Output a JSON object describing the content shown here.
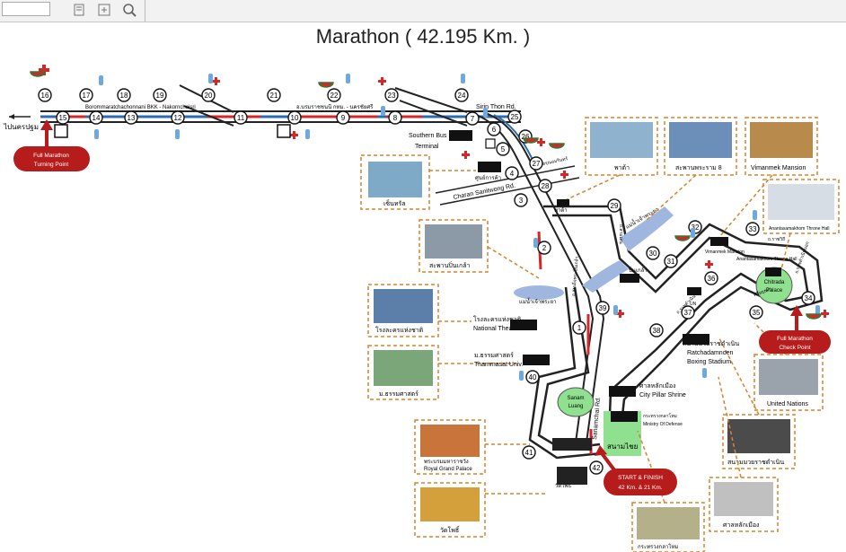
{
  "title": "Marathon ( 42.195 Km. )",
  "toolbar": {
    "icons": [
      "page-icon",
      "fit-icon",
      "zoom-icon"
    ]
  },
  "colors": {
    "route": "#333333",
    "road_blue": "#2b6cb0",
    "finish": "#d62728",
    "accent_orange": "#d9822b",
    "park_green": "#8fe08f"
  },
  "labels": {
    "to_pathum": "ไปนครปฐม",
    "highway": "Borommaratchachonnani BKK - Nakornchaisri",
    "highway_th": "อ.บรมราชชนนี กทม. - นครชัยศรี",
    "sirin": "Sirin Thon Rd.",
    "southern_bus": "Southern Bus",
    "terminal": "Terminal",
    "charan": "Charan Sanitwong Rd.",
    "sanam_road": "Sanamchai Rd.",
    "full_turn_1": "Full Marathon",
    "full_turn_2": "Turning Point",
    "full_check_1": "Full Marathon",
    "full_check_2": "Check Point",
    "start_1": "START & FINISH",
    "start_2": "42 Km. & 21 Km.",
    "sanam_luang_1": "Sanam",
    "sanam_luang_2": "Luang",
    "chitrada_1": "Chitrada",
    "chitrada_2": "Palace",
    "sanam_chai": "สนามไชย",
    "central_thai": "ศูนย์การค้า",
    "pata": "พาต้า",
    "bridge8": "สะพานพระราม 8",
    "vimanmek": "Vimanmek Mansion",
    "vimanmek_small": "Vimanmek Mansion",
    "ananta_small": "Anantasamakhom Throne Hall",
    "ananta": "Anantasamakhom Throne Hall",
    "un_small": "UN",
    "united_nations": "United Nations",
    "boxing_th": "สนามมวยราชดำเนิน",
    "boxing_1": "Ratchadamnoen",
    "boxing_2": "Boxing Stadium",
    "boxing_caption": "สนามมวยราชดำเนิน",
    "city_pillar_th": "ศาลหลักเมือง",
    "city_pillar": "City Pillar Shrine",
    "city_pillar_caption": "ศาลหลักเมือง",
    "defense_th": "กระทรวงกลาโหม",
    "defense": "Ministry Of Defense",
    "defense_caption": "กระทรวงกลาโหม",
    "theater_th": "โรงละครแห่งชาติ",
    "theater": "National Theater",
    "theater_caption": "โรงละครแห่งชาติ",
    "thammasat_th": "ม.ธรรมศาสตร์",
    "thammasat": "Thammasat Univ.",
    "thammasat_caption": "ม.ธรรมศาสตร์",
    "grand_palace_th": "พระบรมมหาราชวัง",
    "grand_palace": "Royal Grand Palace",
    "wat_pho": "วัดโพธิ์",
    "wat_pho_caption": "วัดโพธิ์",
    "pinklao": "สะพานปิ่นเกล้า",
    "central": "เซ็นทรัล",
    "river1": "แม่น้ำเจ้าพระยา",
    "river2": "แม่น้ำเจ้าพระยา",
    "phra_pin": "ปิ่นเกล้า",
    "ratchawithi": "ถ.ราชวิถี",
    "sri_ayutthaya": "ศรีอยุธยา",
    "samsen": "ถ.สามเสน",
    "ratchadamnoen_rd": "ถ.ราชดำเนิน",
    "arun": "ถ.อรุณอมรินทร์",
    "somdet": "ถ.สมเด็จพระปิ่นเกล้า",
    "ratchadamnoen_nok": "ถ.ราชดำเนินนอก"
  },
  "markers": [
    {
      "n": "1"
    },
    {
      "n": "2"
    },
    {
      "n": "3"
    },
    {
      "n": "4"
    },
    {
      "n": "5"
    },
    {
      "n": "6"
    },
    {
      "n": "7"
    },
    {
      "n": "8"
    },
    {
      "n": "9"
    },
    {
      "n": "10"
    },
    {
      "n": "11"
    },
    {
      "n": "12"
    },
    {
      "n": "13"
    },
    {
      "n": "14"
    },
    {
      "n": "15"
    },
    {
      "n": "16"
    },
    {
      "n": "17"
    },
    {
      "n": "18"
    },
    {
      "n": "19"
    },
    {
      "n": "20"
    },
    {
      "n": "21"
    },
    {
      "n": "22"
    },
    {
      "n": "23"
    },
    {
      "n": "24"
    },
    {
      "n": "25"
    },
    {
      "n": "26"
    },
    {
      "n": "27"
    },
    {
      "n": "28"
    },
    {
      "n": "29"
    },
    {
      "n": "30"
    },
    {
      "n": "31"
    },
    {
      "n": "32"
    },
    {
      "n": "33"
    },
    {
      "n": "34"
    },
    {
      "n": "35"
    },
    {
      "n": "36"
    },
    {
      "n": "37"
    },
    {
      "n": "38"
    },
    {
      "n": "39"
    },
    {
      "n": "40"
    },
    {
      "n": "41"
    },
    {
      "n": "42"
    }
  ]
}
